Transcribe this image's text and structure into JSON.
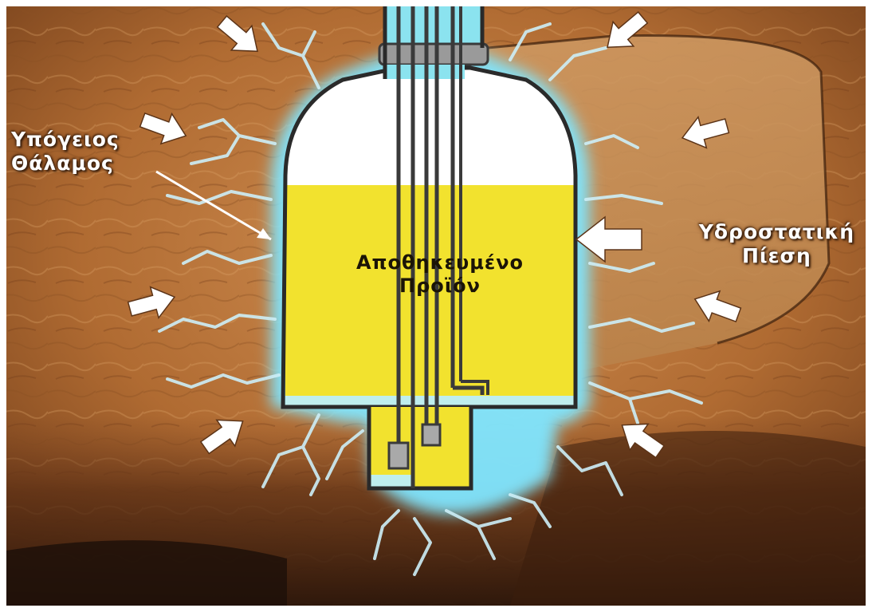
{
  "labels": {
    "chamber_line1": "Υπόγειος",
    "chamber_line2": "Θάλαμος",
    "pressure_line1": "Υδροστατική",
    "pressure_line2": "Πίεση",
    "product_line1": "Αποθηκευμένο",
    "product_line2": "Προϊόν"
  },
  "colors": {
    "rock_light": "#c98a4a",
    "rock_mid": "#a4602a",
    "rock_dark": "#4a2a14",
    "tank_fill_product": "#f2e22e",
    "tank_vapor": "#ffffff",
    "ice_glow": "#7fe6ff",
    "pipe_cyan": "#8be3ef"
  },
  "icons": {
    "pressure_arrow": "arrow-icon",
    "fracture": "crack-icon"
  }
}
